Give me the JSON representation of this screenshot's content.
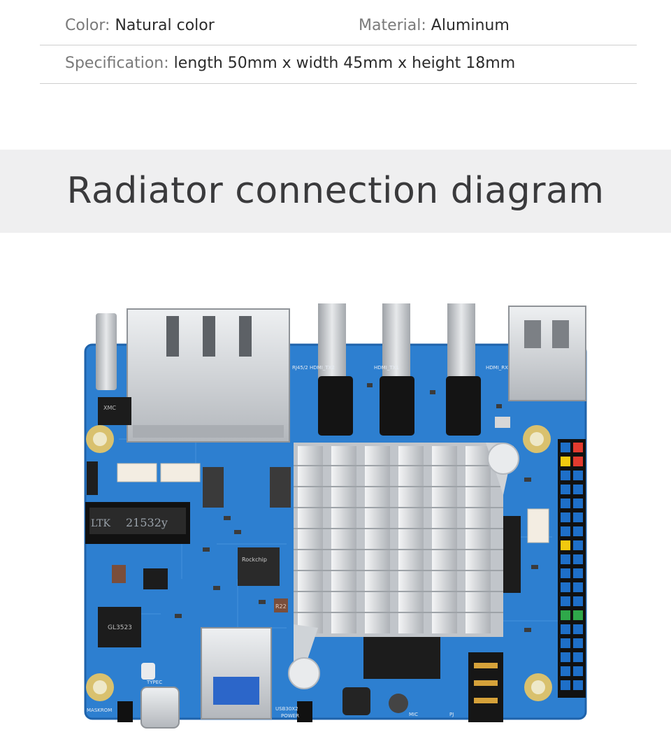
{
  "specs": {
    "color_key": "Color:",
    "color_val": "Natural color",
    "material_key": "Material:",
    "material_val": "Aluminum",
    "spec_key": "Specification:",
    "spec_val": "length 50mm x width 45mm x height 18mm"
  },
  "banner": {
    "title": "Radiator connection diagram"
  },
  "board": {
    "labels": {
      "maskrom": "MASKROM",
      "power": "POWER",
      "usb": "USB30X2",
      "mic": "MIC",
      "pj": "PJ",
      "hdmi_tx2": "HDMI_TX2",
      "hdmi_tx1": "HDMI_TX1",
      "hdmi_rx": "HDMI_RX",
      "rj45": "RJ45/2",
      "xmc": "XMC",
      "gl": "GL3523",
      "ltk": "LTK",
      "ssd": "21532y",
      "r22": "R22",
      "rockchip": "Rockchip",
      "typec": "TYPEC"
    }
  },
  "colors": {
    "pcb": "#2d7fd0",
    "pcb_dark": "#1f63ab",
    "heatsink": "#d9dbde",
    "metal": "#c8cbcf",
    "banner_bg": "#efeff0"
  }
}
